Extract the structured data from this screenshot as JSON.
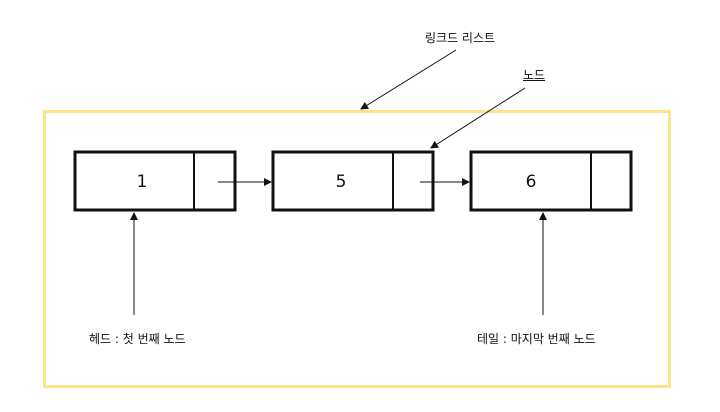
{
  "labels": {
    "linked_list": "링크드 리스트",
    "node": "노드",
    "head": "헤드 : 첫 번째 노드",
    "tail": "테일 : 마지막 번째 노드"
  },
  "nodes": [
    {
      "value": "1"
    },
    {
      "value": "5"
    },
    {
      "value": "6"
    }
  ],
  "colors": {
    "frame": "#fde38b",
    "stroke": "#111111"
  }
}
